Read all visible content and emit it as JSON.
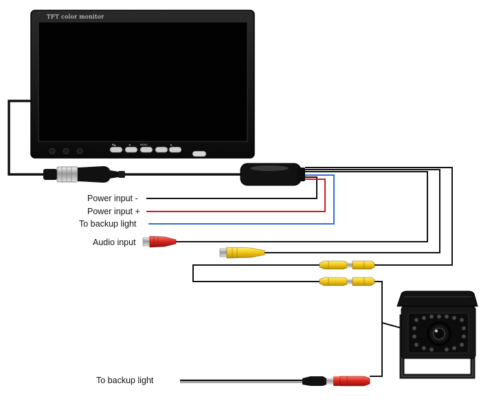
{
  "monitor": {
    "title": "TFT color monitor",
    "button_captions": [
      "▼▲",
      "◄",
      "MENU",
      "►"
    ]
  },
  "labels": {
    "power_minus": "Power input -",
    "power_plus": "Power input +",
    "backup_light_1": "To backup light",
    "audio_input": "Audio input",
    "backup_light_2": "To backup light"
  },
  "colors": {
    "wire_black": "#111111",
    "wire_red": "#d11a1a",
    "wire_blue": "#2f6fd6",
    "rca_yellow": "#f2c511",
    "rca_red": "#d8221c",
    "housing_black": "#0d0d0d"
  }
}
